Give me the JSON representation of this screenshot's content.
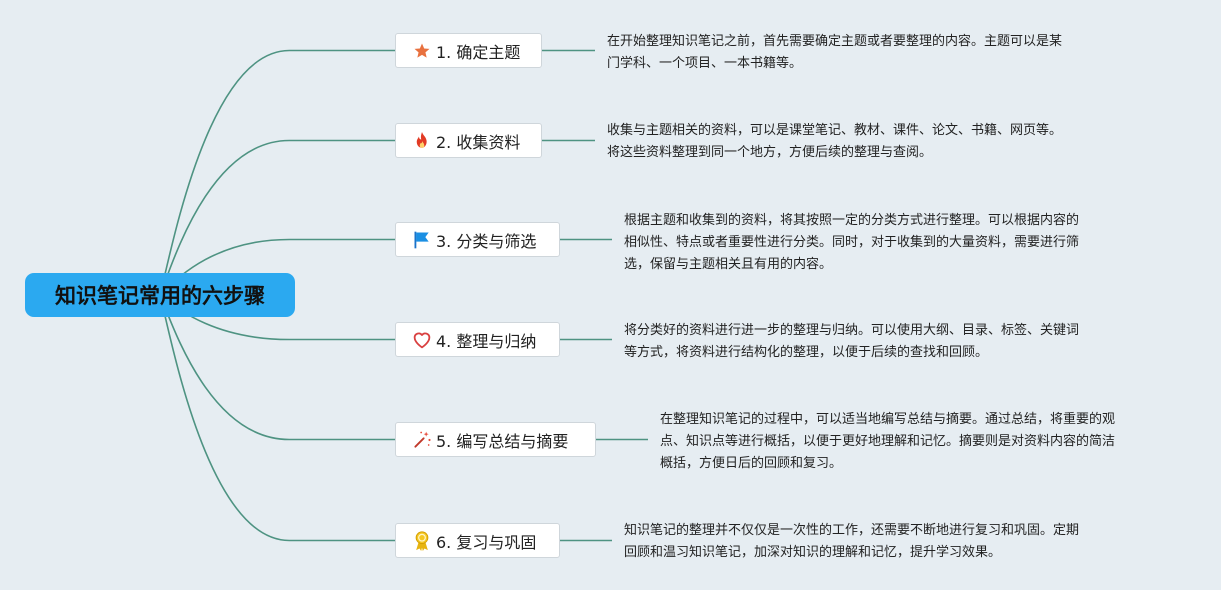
{
  "root": {
    "title": "知识笔记常用的六步骤"
  },
  "colors": {
    "root_fill": "#2ba9f0",
    "connector": "#4e9382",
    "background": "#e6edf2"
  },
  "steps": [
    {
      "label": "1. 确定主题",
      "icon": "star-icon",
      "desc_lines": [
        "在开始整理知识笔记之前，首先需要确定主题或者要整理的内容。主题可以是某",
        "门学科、一个项目、一本书籍等。"
      ]
    },
    {
      "label": "2. 收集资料",
      "icon": "fire-icon",
      "desc_lines": [
        "收集与主题相关的资料，可以是课堂笔记、教材、课件、论文、书籍、网页等。",
        "将这些资料整理到同一个地方，方便后续的整理与查阅。"
      ]
    },
    {
      "label": "3. 分类与筛选",
      "icon": "flag-icon",
      "desc_lines": [
        "根据主题和收集到的资料，将其按照一定的分类方式进行整理。可以根据内容的",
        "相似性、特点或者重要性进行分类。同时，对于收集到的大量资料，需要进行筛",
        "选，保留与主题相关且有用的内容。"
      ]
    },
    {
      "label": "4. 整理与归纳",
      "icon": "heart-icon",
      "desc_lines": [
        "将分类好的资料进行进一步的整理与归纳。可以使用大纲、目录、标签、关键词",
        "等方式，将资料进行结构化的整理，以便于后续的查找和回顾。"
      ]
    },
    {
      "label": "5. 编写总结与摘要",
      "icon": "magic-wand-icon",
      "desc_lines": [
        "在整理知识笔记的过程中，可以适当地编写总结与摘要。通过总结，将重要的观",
        "点、知识点等进行概括，以便于更好地理解和记忆。摘要则是对资料内容的简洁",
        "概括，方便日后的回顾和复习。"
      ]
    },
    {
      "label": "6. 复习与巩固",
      "icon": "award-ribbon-icon",
      "desc_lines": [
        "知识笔记的整理并不仅仅是一次性的工作，还需要不断地进行复习和巩固。定期",
        "回顾和温习知识笔记，加深对知识的理解和记忆，提升学习效果。"
      ]
    }
  ]
}
